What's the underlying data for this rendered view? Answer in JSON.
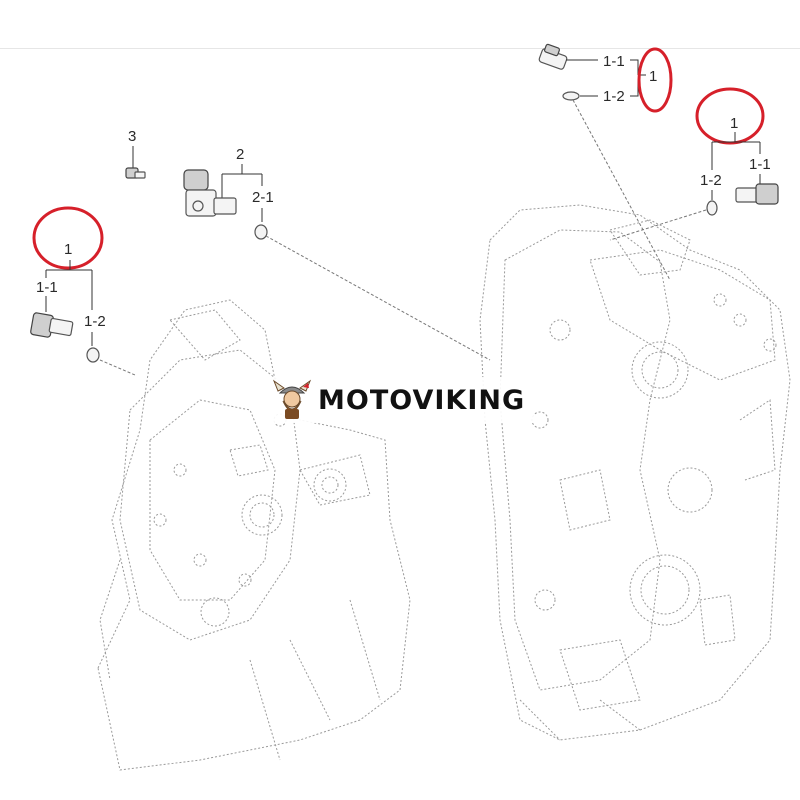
{
  "callouts": {
    "top_sensor": {
      "main": "1",
      "sub_a": "1-1",
      "sub_b": "1-2"
    },
    "right_sensor": {
      "main": "1",
      "sub_a": "1-1",
      "sub_b": "1-2"
    },
    "left_sensor": {
      "main": "1",
      "sub_a": "1-1",
      "sub_b": "1-2"
    },
    "elbow_sensor": {
      "main": "2",
      "sub": "2-1"
    },
    "bolt": {
      "main": "3"
    }
  },
  "watermark": {
    "text": "MOTOVIKING"
  },
  "colors": {
    "highlight": "#d6202a",
    "line": "#333333",
    "housing": "#9a9a9a"
  }
}
